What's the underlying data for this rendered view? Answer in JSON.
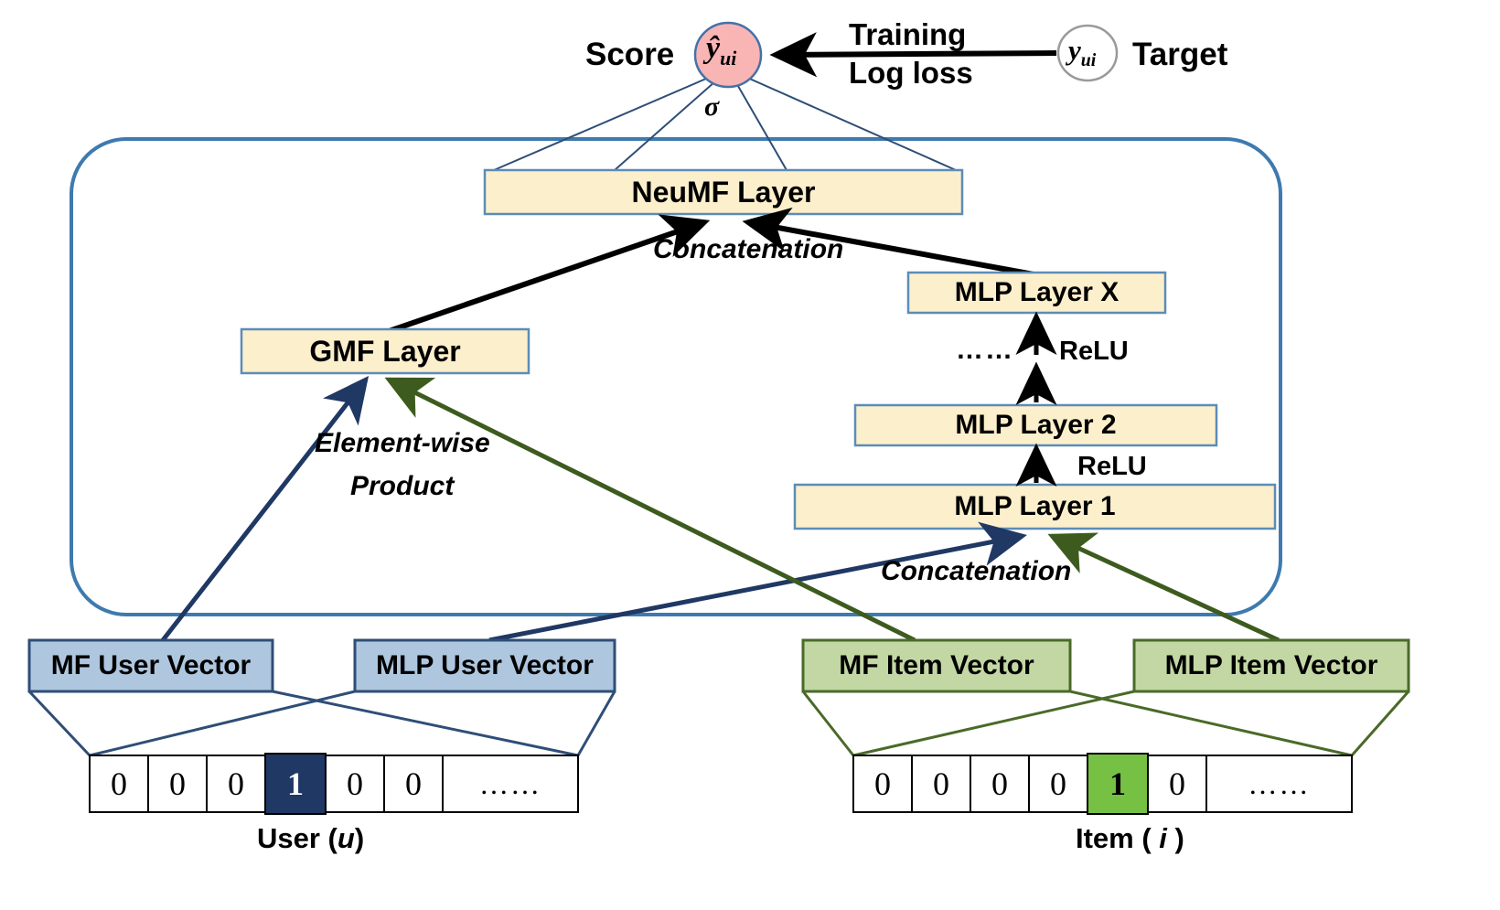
{
  "figure": {
    "title": "Neural Matrix Factorization (NeuMF) model architecture",
    "colors": {
      "layer_fill": "#FCEFCB",
      "layer_border": "#5B8DB8",
      "user_vector_fill": "#AFC6DF",
      "user_vector_border": "#2E4E77",
      "item_vector_fill": "#C3D7A4",
      "item_vector_border": "#4A6A28",
      "score_fill": "#F9B4B4",
      "score_border": "#4472A8",
      "target_fill": "#FFFFFF",
      "target_border": "#9A9A9A",
      "user_path": "#1F3864",
      "item_path": "#3D5B1E",
      "black": "#000000",
      "user_hot_cell": "#1F3864",
      "item_hot_cell": "#76C043",
      "container_border": "#3E7AAE"
    }
  },
  "top": {
    "score_label": "Score",
    "score_node": "ŷ",
    "score_node_sub": "ui",
    "sigma_label": "σ",
    "training_line1": "Training",
    "training_line2": "Log loss",
    "target_node": "y",
    "target_node_sub": "ui",
    "target_label": "Target"
  },
  "layers": {
    "neumf": "NeuMF Layer",
    "gmf": "GMF Layer",
    "mlp_x": "MLP Layer X",
    "mlp_2": "MLP Layer 2",
    "mlp_1": "MLP Layer 1"
  },
  "annotations": {
    "concat_top": "Concatenation",
    "concat_bottom": "Concatenation",
    "element_wise_1": "Element-wise",
    "element_wise_2": "Product",
    "relu_upper": "ReLU",
    "relu_lower": "ReLU",
    "ellipsis": "……"
  },
  "embeddings": {
    "mf_user": "MF User Vector",
    "mlp_user": "MLP User Vector",
    "mf_item": "MF Item Vector",
    "mlp_item": "MLP Item Vector"
  },
  "inputs": {
    "user": {
      "caption_word": "User (",
      "caption_var": "u",
      "caption_close": ")",
      "cells": [
        "0",
        "0",
        "0",
        "1",
        "0",
        "0",
        "……"
      ],
      "hot_index": 3
    },
    "item": {
      "caption_word": "Item ( ",
      "caption_var": "i",
      "caption_close": " )",
      "cells": [
        "0",
        "0",
        "0",
        "0",
        "1",
        "0",
        "……"
      ],
      "hot_index": 4
    }
  }
}
